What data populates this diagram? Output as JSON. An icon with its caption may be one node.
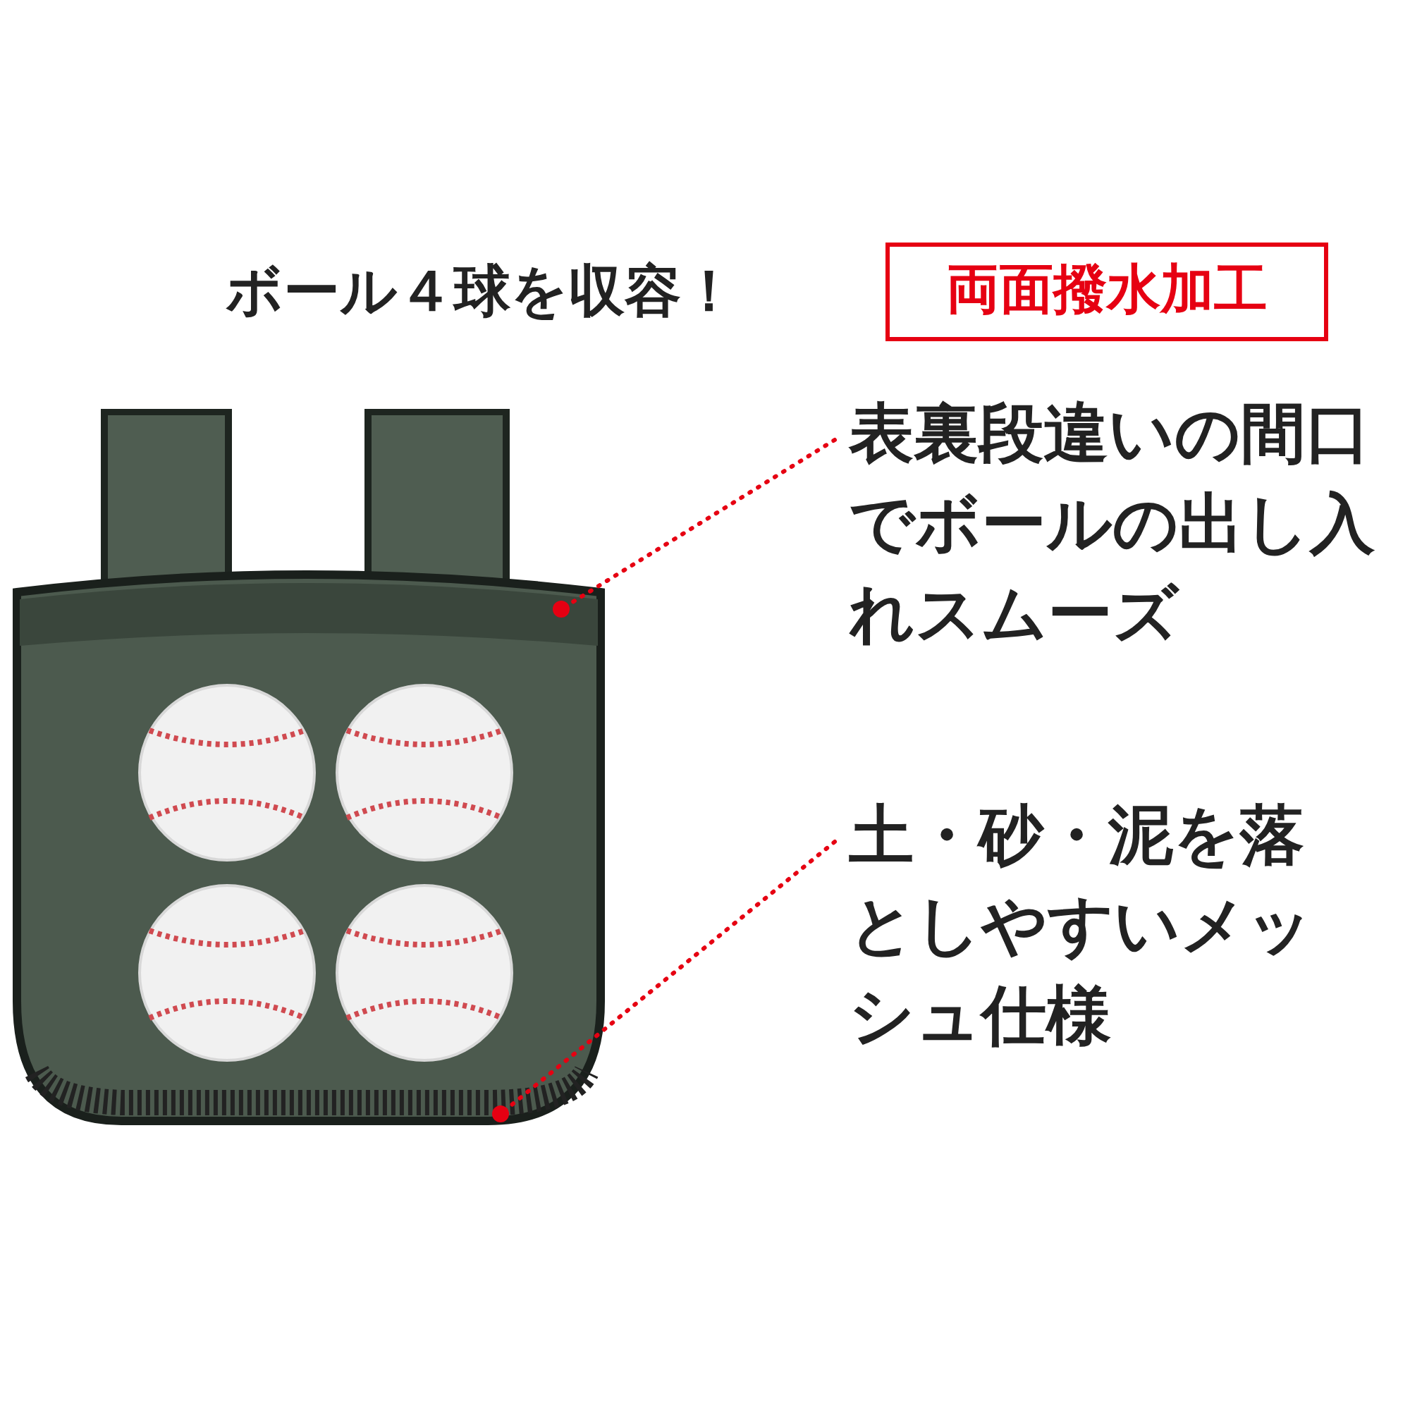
{
  "diagram": {
    "nodes": [
      {
        "text": [
          "両面撥水加工"
        ]
      },
      {
        "text": [],
        "shape": "picture"
      },
      {
        "text": [
          "表裏段違いの間口でボールの出し入れスムーズ"
        ]
      },
      {
        "text": [
          "土・砂・泥を落としやすいメッシュ仕様"
        ]
      }
    ],
    "edges": [
      {
        "from": 2,
        "to": 1,
        "arrow": "other",
        "style": "dashed"
      },
      {
        "from": 3,
        "to": 1,
        "arrow": "other",
        "style": "dashed"
      }
    ],
    "labels": [
      "ボール４球を収容！"
    ]
  }
}
